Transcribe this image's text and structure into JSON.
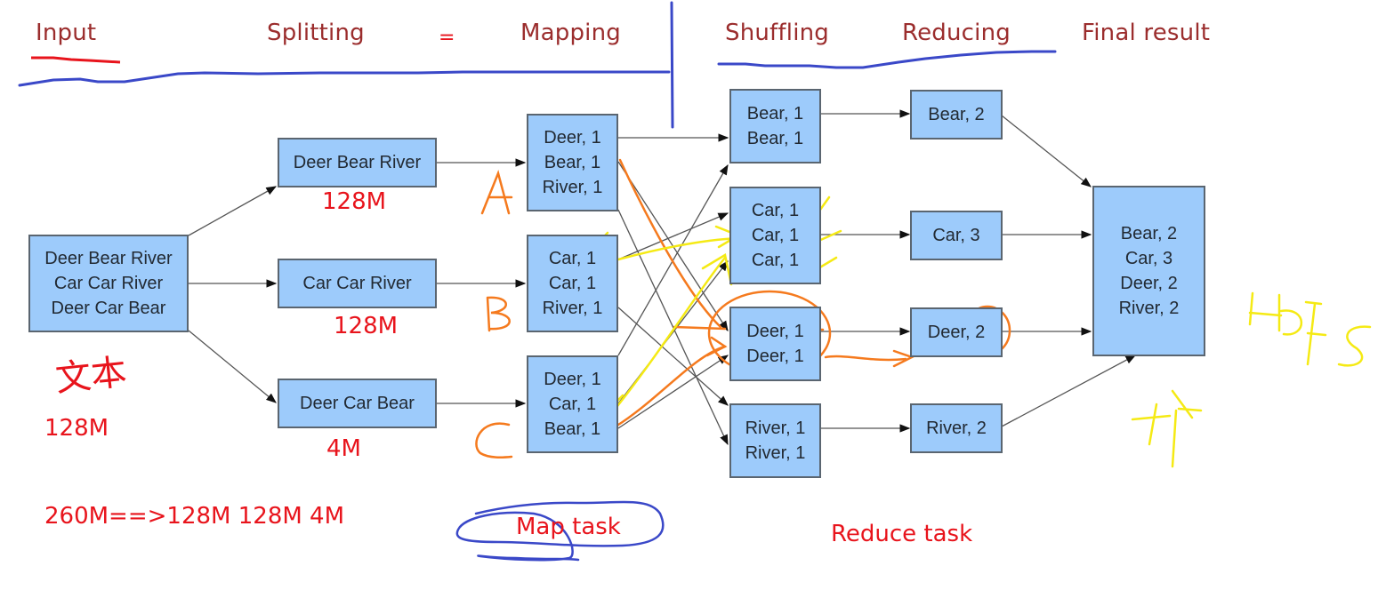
{
  "headers": {
    "input": "Input",
    "splitting": "Splitting",
    "equals": "=",
    "mapping": "Mapping",
    "shuffling": "Shuffling",
    "reducing": "Reducing",
    "final_result": "Final result"
  },
  "input_box": {
    "lines": [
      "Deer Bear River",
      "Car Car River",
      "Deer Car Bear"
    ]
  },
  "splits": [
    {
      "text": "Deer Bear River",
      "size": "128M"
    },
    {
      "text": "Car Car River",
      "size": "128M"
    },
    {
      "text": "Deer Car Bear",
      "size": "4M"
    }
  ],
  "mappings": [
    {
      "label": "A",
      "lines": [
        "Deer, 1",
        "Bear, 1",
        "River, 1"
      ]
    },
    {
      "label": "B",
      "lines": [
        "Car, 1",
        "Car, 1",
        "River, 1"
      ]
    },
    {
      "label": "C",
      "lines": [
        "Deer, 1",
        "Car, 1",
        "Bear, 1"
      ]
    }
  ],
  "shuffles": [
    {
      "lines": [
        "Bear, 1",
        "Bear, 1"
      ]
    },
    {
      "lines": [
        "Car, 1",
        "Car, 1",
        "Car, 1"
      ]
    },
    {
      "lines": [
        "Deer, 1",
        "Deer, 1"
      ]
    },
    {
      "lines": [
        "River, 1",
        "River, 1"
      ]
    }
  ],
  "reduces": [
    {
      "text": "Bear, 2"
    },
    {
      "text": "Car, 3"
    },
    {
      "text": "Deer, 2"
    },
    {
      "text": "River, 2"
    }
  ],
  "final": {
    "lines": [
      "Bear, 2",
      "Car, 3",
      "Deer, 2",
      "River, 2"
    ]
  },
  "annotations": {
    "input_chinese": "文本",
    "input_size": "128M",
    "split_summary": "260M==>128M 128M 4M",
    "map_task": "Map task",
    "reduce_task": "Reduce task",
    "hdfs": "HDFS",
    "write_chinese": "写"
  },
  "colors": {
    "box_fill": "#9dcbfb",
    "box_border": "#5a6570",
    "header_text": "#9b2d2d",
    "red_note": "#e8141c",
    "orange_ink": "#f57a1e",
    "yellow_ink": "#f5ea14",
    "blue_ink": "#3a48c8"
  }
}
